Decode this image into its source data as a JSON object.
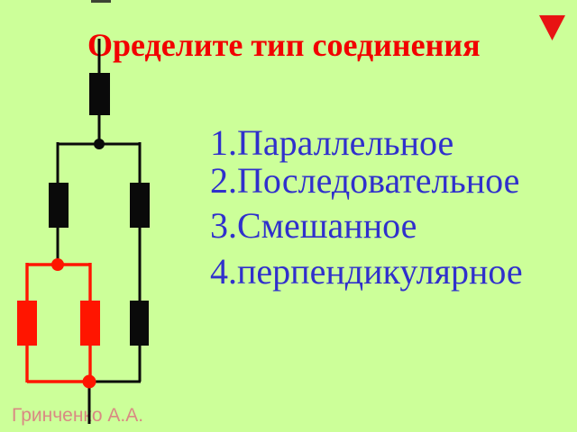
{
  "slide": {
    "title": "Оределите тип соединения",
    "footer": "Гринченко А.А."
  },
  "options": [
    {
      "label": "1.Параллельное"
    },
    {
      "label": "2.Последовательное"
    },
    {
      "label": "3.Смешанное"
    },
    {
      "label": "4.перпендикулярное"
    }
  ],
  "icons": {
    "nav_triangle": "triangle-down"
  },
  "colors": {
    "background": "#ccff99",
    "title_text": "#f20000",
    "options_text": "#3030cc",
    "footer_text": "#d98983",
    "wire": "#0a0a0a",
    "highlight_wire": "#ff1500",
    "nav_triangle": "#e81313"
  },
  "circuit": {
    "type": "resistor-network",
    "resistors": [
      {
        "id": "R1",
        "color": "black",
        "role": "series-top"
      },
      {
        "id": "R2",
        "color": "black",
        "role": "left-branch"
      },
      {
        "id": "R3",
        "color": "black",
        "role": "right-branch-upper"
      },
      {
        "id": "R4",
        "color": "red",
        "role": "parallel-pair-left"
      },
      {
        "id": "R5",
        "color": "red",
        "role": "parallel-pair-right"
      },
      {
        "id": "R6",
        "color": "black",
        "role": "right-branch-lower"
      }
    ],
    "junctions": [
      {
        "id": "A",
        "color": "black",
        "role": "top-split"
      },
      {
        "id": "B",
        "color": "red",
        "role": "parallel-loop-entry"
      },
      {
        "id": "C",
        "color": "red",
        "role": "bottom-merge"
      }
    ]
  }
}
